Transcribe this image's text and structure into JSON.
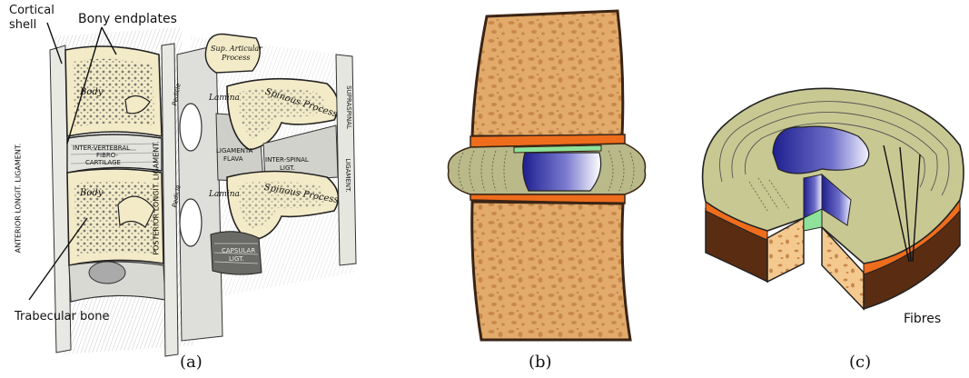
{
  "panels": [
    {
      "caption": "(a)",
      "labels": {
        "cortical_shell_line1": "Cortical",
        "cortical_shell_line2": "shell",
        "bony_endplates": "Bony endplates",
        "trabecular_bone": "Trabecular bone"
      },
      "engraved_text": {
        "body_upper": "Body",
        "body_lower": "Body",
        "sup_articular_1": "Sup. Articular",
        "sup_articular_2": "Process",
        "lamina_upper": "Lamina",
        "lamina_lower": "Lamina",
        "spinous_upper": "Spinous Process",
        "spinous_lower": "Spinous Process",
        "intervertebral_1": "INTER-VERTEBRAL",
        "intervertebral_2": "FIBRO-",
        "intervertebral_3": "CARTILAGE",
        "ligamenta_1": "LIGAMENTA",
        "ligamenta_2": "FLAVA",
        "interspinal_1": "INTER-SPINAL",
        "interspinal_2": "LIGT.",
        "capsular_1": "CAPSULAR",
        "capsular_2": "LIGT.",
        "anterior_ligament": "ANTERIOR  LONGIT.  LIGAMENT.",
        "posterior_ligament": "POSTERIOR  LONGIT.  LIGAMENT.",
        "supraspinal": "SUPRASPINAL",
        "ligament_right": "LIGAMENT.",
        "pedicle_upper": "Pedicle",
        "pedicle_lower": "Pedicle"
      }
    },
    {
      "caption": "(b)"
    },
    {
      "caption": "(c)",
      "labels": {
        "fibres": "Fibres"
      }
    }
  ],
  "colors": {
    "bone_cream": "#f3ebc8",
    "cancellous_tan": "#e2ab6b",
    "cancellous_pore": "#c9884b",
    "annulus_olive": "#b9b98a",
    "nucleus_blue": "#2b2b9c",
    "endplate_orange": "#ee6d1c",
    "cartilage_green": "#8ee29a",
    "dark_brown": "#5a2d12",
    "line_black": "#222222"
  }
}
